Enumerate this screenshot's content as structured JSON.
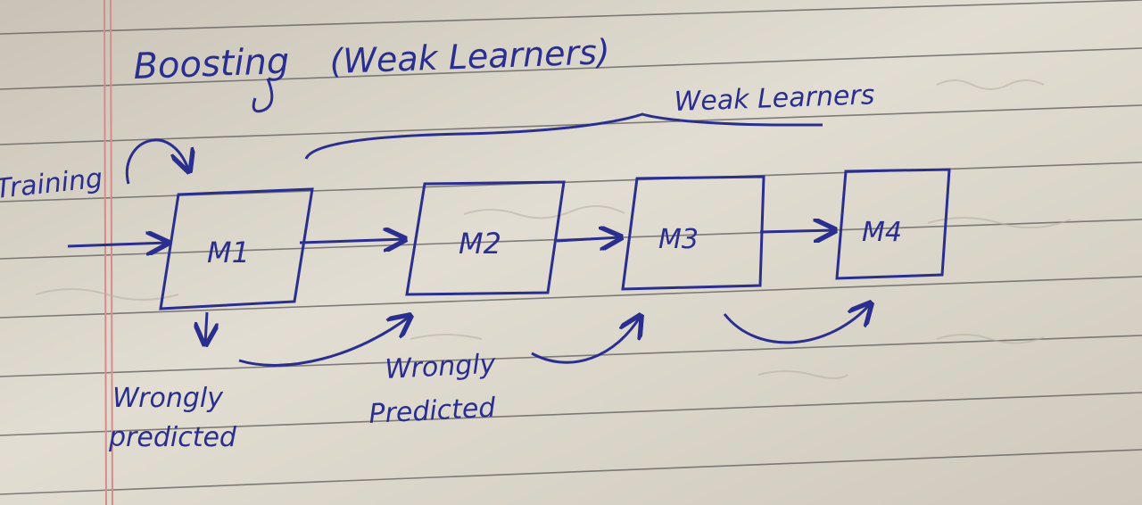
{
  "title": "Boosting",
  "title_paren": "(Weak Learners)",
  "brace_label": "Weak Learners",
  "input_label": "Training",
  "models": [
    {
      "label": "M1"
    },
    {
      "label": "M2"
    },
    {
      "label": "M3"
    },
    {
      "label": "M4"
    }
  ],
  "annotations": {
    "wrongly_predicted_1_line1": "Wrongly",
    "wrongly_predicted_1_line2": "predicted",
    "wrongly_predicted_2_line1": "Wrongly",
    "wrongly_predicted_2_line2": "Predicted"
  },
  "colors": {
    "ink": "#2a2f8f",
    "paper": "#ded8cc",
    "rule_line": "#5c5a5a",
    "margin_line": "#d98a8a"
  }
}
